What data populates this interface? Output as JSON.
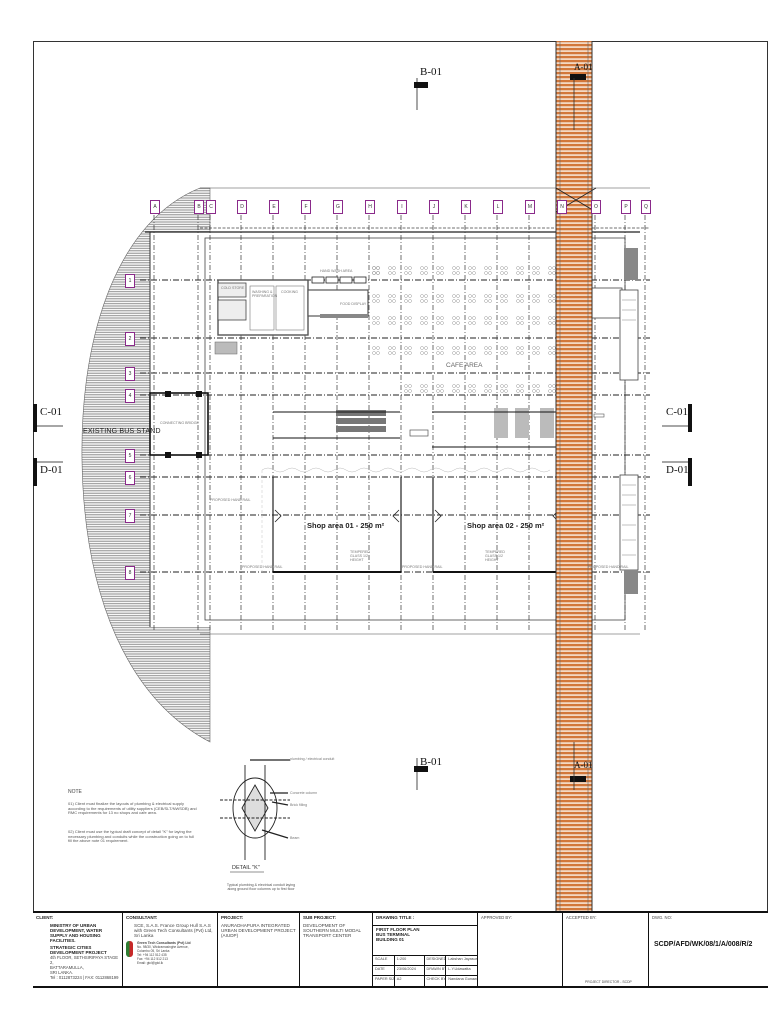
{
  "drawing": {
    "title": "FIRST FLOOR PLAN",
    "subtitle_1": "BUS TERMINAL",
    "subtitle_2": "BUILDING 01",
    "section_markers": {
      "top_b": "B-01",
      "bottom_b": "B-01",
      "top_a": "A-01",
      "bottom_a": "A-01",
      "left_c": "C-01",
      "left_d": "D-01",
      "right_c": "C-01",
      "right_d": "D-01"
    },
    "grid_columns": [
      "A",
      "B",
      "C",
      "D",
      "E",
      "F",
      "G",
      "H",
      "I",
      "J",
      "K",
      "L",
      "M",
      "N",
      "O",
      "P",
      "Q"
    ],
    "grid_rows": [
      "1",
      "2",
      "3",
      "4",
      "5",
      "6",
      "7",
      "8"
    ],
    "room_labels": {
      "existing": "EXISTING BUS STAND",
      "connecting_bridge": "CONNECTING BRIDGE",
      "cafe": "CAFE AREA",
      "cold_store": "COLD STORE",
      "washing": "WASHING & PREPARATION",
      "cooking": "COOKING",
      "food_display": "FOOD DISPLAY",
      "hand_wash": "HAND WASH AREA",
      "shop1": "Shop area 01 - 250 m²",
      "shop2": "Shop area 02 - 250 m²",
      "tempered_glass": "TEMPERED GLASS 1/2 HEIGHT",
      "hand_rail": "PROPOSED HAND RAIL"
    },
    "colors": {
      "bridge_orange": "#d2773a",
      "grid_label_purple": "#8a2a8a",
      "hatch_gray": "#888888",
      "line": "#222222"
    }
  },
  "notes": {
    "heading": "NOTE",
    "items": [
      "01) Client must finalize the layouts of plumbing & electrical supply according to the requirements of utility suppliers (CEB/SLT/NWSDB) and RMC requirements for 13 no shops and cafe area.",
      "02) Client must use the typical draft concept of detail \"K\" for laying the necessary plumbing and conduits while the construction going on to full fill the above note 01 requirement."
    ]
  },
  "detail": {
    "title": "DETAIL \"K\"",
    "caption": "Typical plumbing & electrical conduit laying along ground floor columns up to first floor",
    "callouts": [
      "plumbing / electrical conduit",
      "Concrete column",
      "Brick filling",
      "Beam"
    ]
  },
  "title_block": {
    "client_label": "CLIENT:",
    "client_name": "MINISTRY OF URBAN DEVELOPMENT, WATER SUPPLY AND HOUSING FACILITIES.",
    "client_project": "STRATEGIC CITIES DEVELOPMENT PROJECT",
    "client_address": [
      "4th FLOOR, SETHSIRIPAYA STAGE 2,",
      "BATTARAMULLA,",
      "SRI LANKA."
    ],
    "client_tel": "Tel : 0112873224  |  FAX: 0112868199",
    "consultant_label": "CONSULTANT:",
    "consultant_name": "SCE, S.A.S. France Group Hull S.A.S with Green Tech Consultants (Pvt) Ltd, Sri Lanka",
    "consultant_company": "Green Tech Consultants (Pvt) Ltd",
    "consultant_address": [
      "No. 98/30, Wickramasinghe Avenue,",
      "Colombo 05, Sri Lanka",
      "Tel: +94 112 512 435",
      "Fax: +94 112 512 213",
      "Email: gtcl@gtcl.lk"
    ],
    "project_label": "PROJECT:",
    "project_name": "ANURADHAPURA INTEGRATED URBAN DEVELOPMENT PROJECT (AIUDP)",
    "subproject_label": "SUB PROJECT:",
    "subproject_name": "DEVELOPMENT OF SOUTHERN MULTI MODAL TRANSPORT CENTER",
    "drawing_title_label": "DRAWING TITLE :",
    "scale_label": "SCALE",
    "scale_value": "1:200",
    "date_label": "DATE",
    "date_value": "23/06/2024",
    "paper_label": "PAPER SIZE",
    "paper_value": "A2",
    "designed_label": "DESIGNED BY",
    "designed_value": "Lakshan Jayasuriya",
    "drawn_label": "DRAWN BY",
    "drawn_value": "L.Y.Udawatta",
    "checked_label": "CHECK BY",
    "checked_value": "Nandana Gunawardhana",
    "approved_label": "APPROVED BY:",
    "accepted_label": "ACCEPTED BY:",
    "accepted_signatory": "PROJECT DIRECTOR - SCDP",
    "dwg_no_label": "DWG. NO:",
    "dwg_no_value": "SCDP/AFD/WK/08/1/A/008/R/2"
  }
}
